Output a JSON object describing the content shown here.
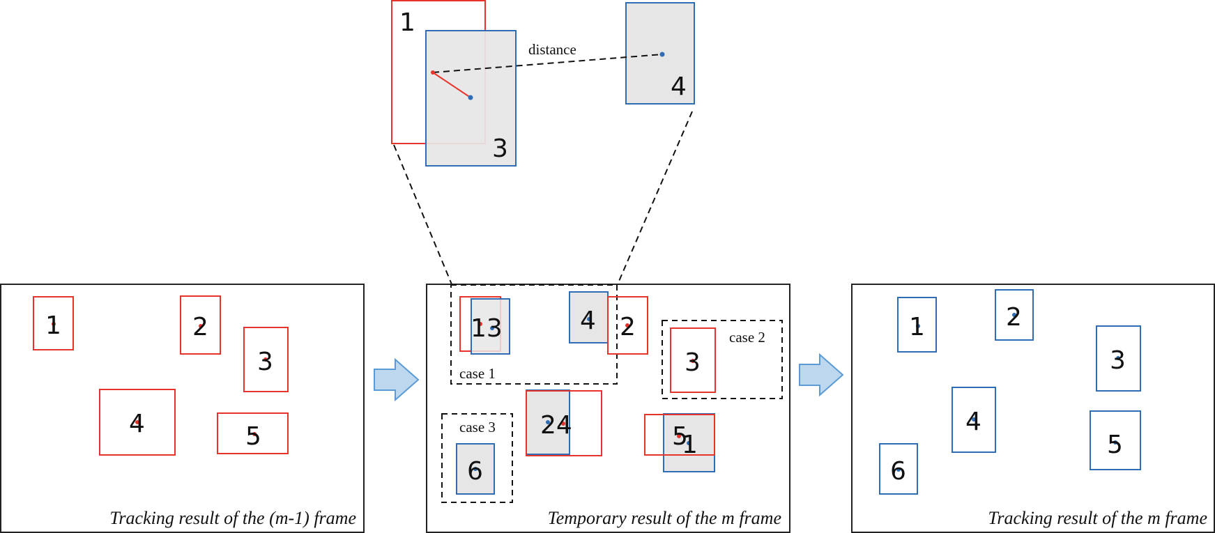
{
  "colors": {
    "previous_box": "#e8332a",
    "current_box": "#2e6db4",
    "matched_fill": "#e7e6e6",
    "arrow_fill": "#bdd7ee",
    "arrow_stroke": "#5b9bd5",
    "center_red": "#e8332a",
    "center_blue": "#2e6db4"
  },
  "zoom": {
    "prev_id": "1",
    "near_id": "3",
    "far_id": "4",
    "distance_label": "distance"
  },
  "panel_left": {
    "caption": "Tracking result of the (m-1) frame",
    "ids": [
      "1",
      "2",
      "3",
      "4",
      "5"
    ]
  },
  "panel_middle": {
    "caption": "Temporary result of the m frame",
    "case1_label": "case 1",
    "case2_label": "case 2",
    "case3_label": "case 3",
    "labels": {
      "a": "13",
      "b": "4",
      "c": "2",
      "d": "3",
      "e": "24",
      "f": "5",
      "g": "1",
      "h": "6"
    }
  },
  "panel_right": {
    "caption": "Tracking result of the m frame",
    "ids": [
      "1",
      "2",
      "3",
      "4",
      "5",
      "6"
    ]
  }
}
